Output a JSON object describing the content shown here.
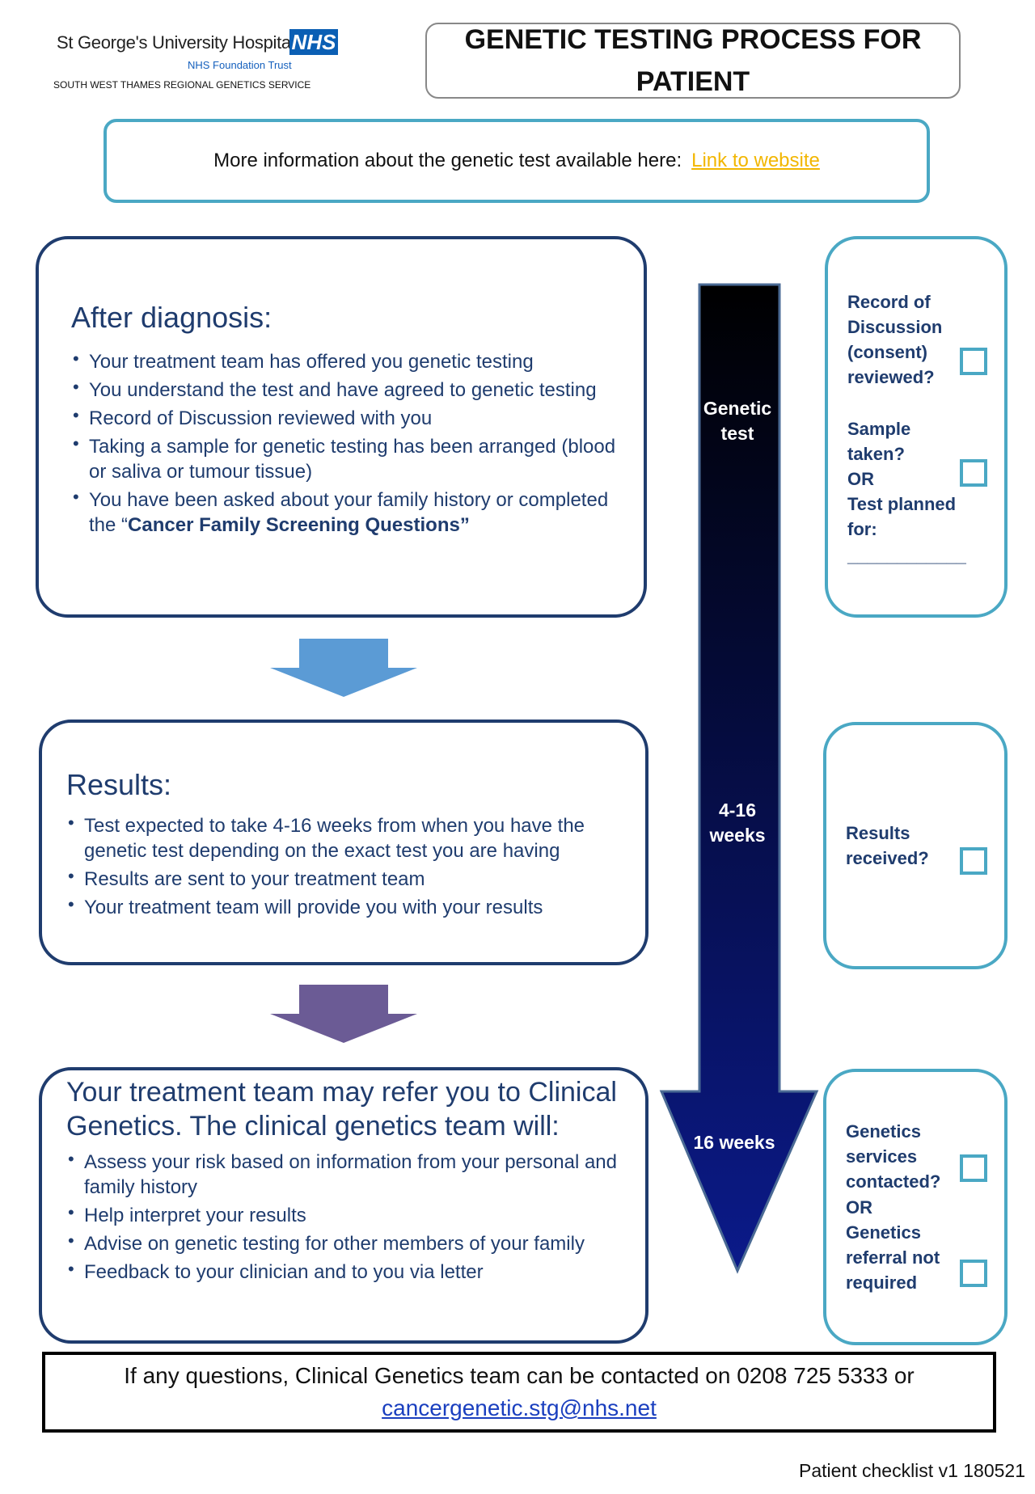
{
  "logo": {
    "name": "St George's University Hospitals",
    "badge": "NHS",
    "trust": "NHS Foundation Trust",
    "service": "SOUTH WEST THAMES REGIONAL GENETICS SERVICE"
  },
  "title": "GENETIC TESTING PROCESS FOR PATIENT",
  "info": {
    "text": "More information about the genetic test available here:",
    "link_label": "Link to website"
  },
  "after_diagnosis": {
    "heading": "After diagnosis:",
    "items": [
      "Your treatment team has offered you genetic testing",
      "You understand the test and have agreed to genetic testing",
      "Record of Discussion reviewed with you",
      "Taking a sample for genetic testing has been arranged (blood or saliva or tumour tissue)"
    ],
    "last_item_prefix": "You have been asked about your family history or completed the “",
    "last_item_bold": "Cancer Family Screening Questions”"
  },
  "results": {
    "heading": "Results:",
    "items": [
      "Test expected to take 4-16 weeks from when you have the genetic test depending on the exact test you are having",
      "Results are sent to your treatment team",
      "Your treatment team will provide you with your results"
    ]
  },
  "clinical_genetics": {
    "heading": "Your treatment team may refer you to Clinical Genetics. The clinical genetics team will:",
    "items": [
      "Assess your risk based on information from your personal and family history",
      "Help interpret your results",
      "Advise on genetic testing for other members of your family",
      "Feedback to your clinician and to you via letter"
    ]
  },
  "timeline": {
    "label_1": "Genetic test",
    "label_2": "4-16 weeks",
    "label_3": "16 weeks"
  },
  "checklist": {
    "rod": "Record of Discussion (consent) reviewed?",
    "sample": "Sample taken?",
    "or_1": "OR",
    "planned": "Test planned for:",
    "planned_line": "____________",
    "results": "Results received?",
    "contacted": "Genetics services contacted?",
    "or_2": "OR",
    "not_required": "Genetics referral not required"
  },
  "footer": {
    "text": "If any questions, Clinical Genetics team can be contacted on 0208 725 5333 or",
    "email": "cancergenetic.stg@nhs.net"
  },
  "version": "Patient checklist v1 180521",
  "colors": {
    "navy": "#1f3c6e",
    "teal": "#4aa8c4",
    "link_yellow": "#f2b600",
    "arrow_blue": "#5b9bd5",
    "arrow_purple": "#6b5b95"
  }
}
